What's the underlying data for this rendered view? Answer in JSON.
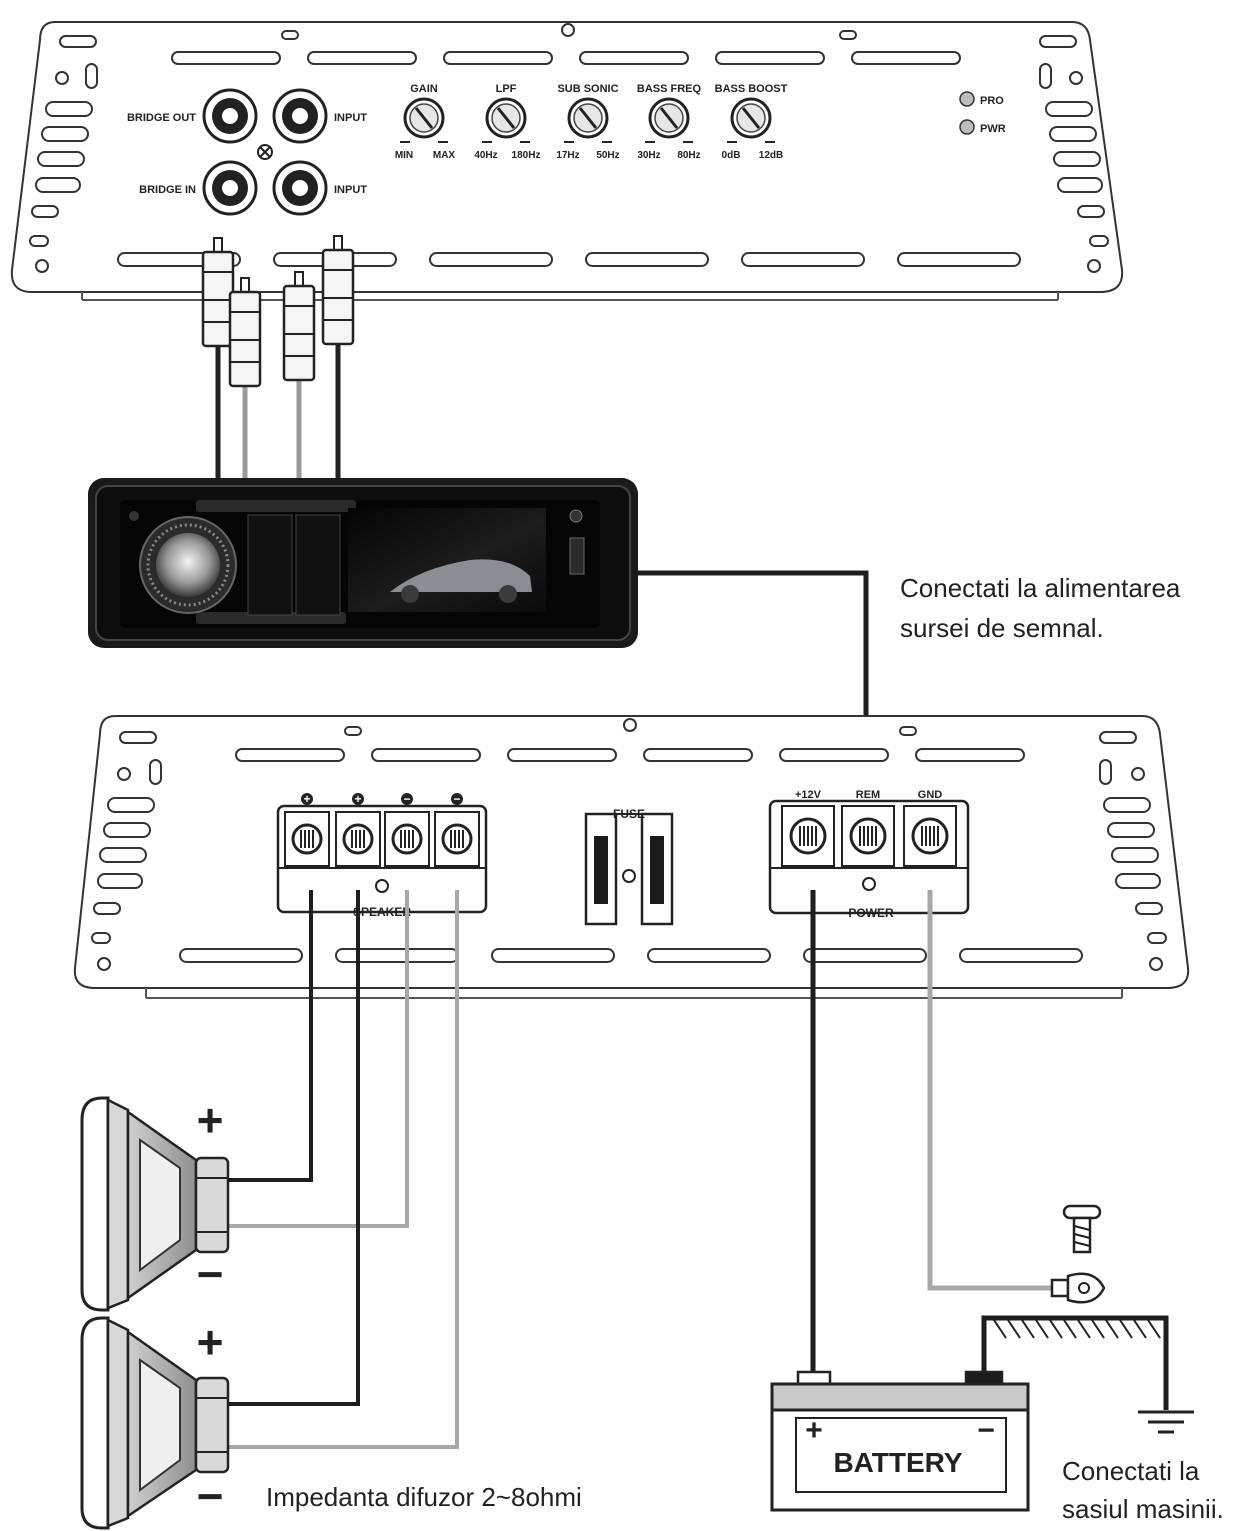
{
  "amplifier_top": {
    "bridge_out": "BRIDGE OUT",
    "bridge_in": "BRIDGE IN",
    "input_1": "INPUT",
    "input_2": "INPUT",
    "controls": [
      {
        "name": "GAIN",
        "min": "MIN",
        "max": "MAX"
      },
      {
        "name": "LPF",
        "min": "40Hz",
        "max": "180Hz"
      },
      {
        "name": "SUB SONIC",
        "min": "17Hz",
        "max": "50Hz"
      },
      {
        "name": "BASS FREQ",
        "min": "30Hz",
        "max": "80Hz"
      },
      {
        "name": "BASS BOOST",
        "min": "0dB",
        "max": "12dB"
      }
    ],
    "led_pro": "PRO",
    "led_pwr": "PWR"
  },
  "amplifier_bottom": {
    "speaker_terminals": [
      "+",
      "+",
      "−",
      "−"
    ],
    "speaker_label": "SPEAKER",
    "fuse_label": "FUSE",
    "power_terminals": [
      "+12V",
      "REM",
      "GND"
    ],
    "power_label": "POWER"
  },
  "speakers": [
    {
      "plus": "+",
      "minus": "−"
    },
    {
      "plus": "+",
      "minus": "−"
    }
  ],
  "battery": {
    "label": "BATTERY",
    "plus": "+",
    "minus": "−"
  },
  "captions": {
    "head_unit_line1": "Conectati la alimentarea",
    "head_unit_line2": "sursei de semnal.",
    "impedance": "Impedanta difuzor 2~8ohmi",
    "chassis_line1": "Conectati la",
    "chassis_line2": "sasiul masinii."
  }
}
